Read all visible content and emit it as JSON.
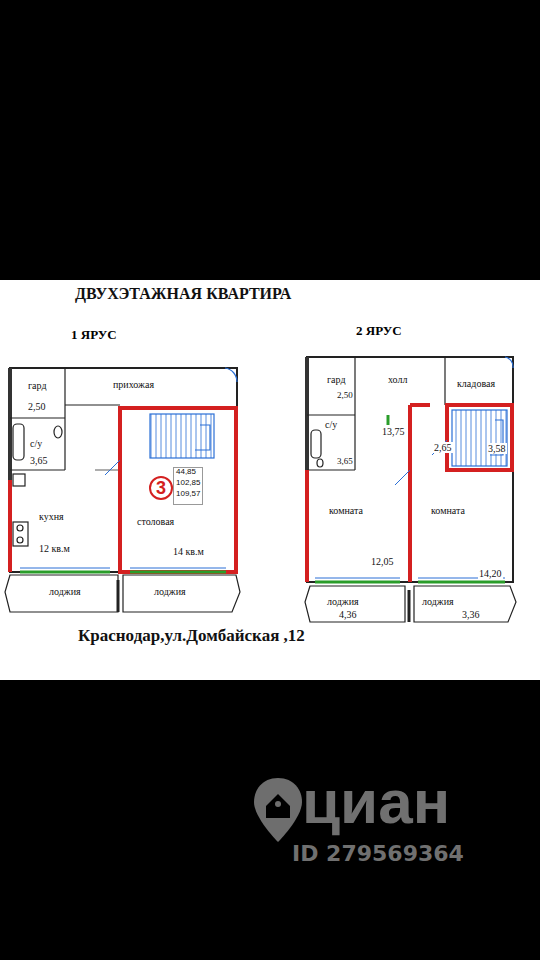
{
  "diagram": {
    "title": "ДВУХЭТАЖНАЯ КВАРТИРА",
    "caption": "Краснодар,ул.Домбайская ,12",
    "nodes": [
      {
        "text": [
          "1 ЯРУС"
        ]
      },
      {
        "text": [
          "гард",
          "2,50"
        ],
        "in": 0
      },
      {
        "text": [
          "прихожая"
        ],
        "in": 0
      },
      {
        "text": [
          "с/у",
          "3,65"
        ],
        "in": 0
      },
      {
        "text": [
          "кухня",
          "12 кв.м"
        ],
        "in": 0
      },
      {
        "text": [
          "столовая",
          "14 кв.м"
        ],
        "in": 0
      },
      {
        "text": [
          "3",
          "44,85",
          "102,85",
          "109,57"
        ],
        "in": 5
      },
      {
        "text": [
          "лоджия"
        ],
        "in": 0
      },
      {
        "text": [
          "лоджия"
        ],
        "in": 0
      },
      {
        "text": [
          "2 ЯРУС"
        ]
      },
      {
        "text": [
          "гард",
          "2,50"
        ],
        "in": 9
      },
      {
        "text": [
          "холл",
          "13,75"
        ],
        "in": 9
      },
      {
        "text": [
          "кладовая"
        ],
        "in": 9
      },
      {
        "text": [
          "с/у",
          "3,65"
        ],
        "in": 9
      },
      {
        "text": [
          "комната",
          "12,05"
        ],
        "in": 9
      },
      {
        "text": [
          "комната",
          "14,20"
        ],
        "in": 9
      },
      {
        "text": [
          "лоджия",
          "4,36"
        ],
        "in": 9
      },
      {
        "text": [
          "лоджия",
          "3,36"
        ],
        "in": 9
      }
    ],
    "labels": [
      "2,65",
      "3,58",
      "циан",
      "ID 279569364"
    ]
  }
}
